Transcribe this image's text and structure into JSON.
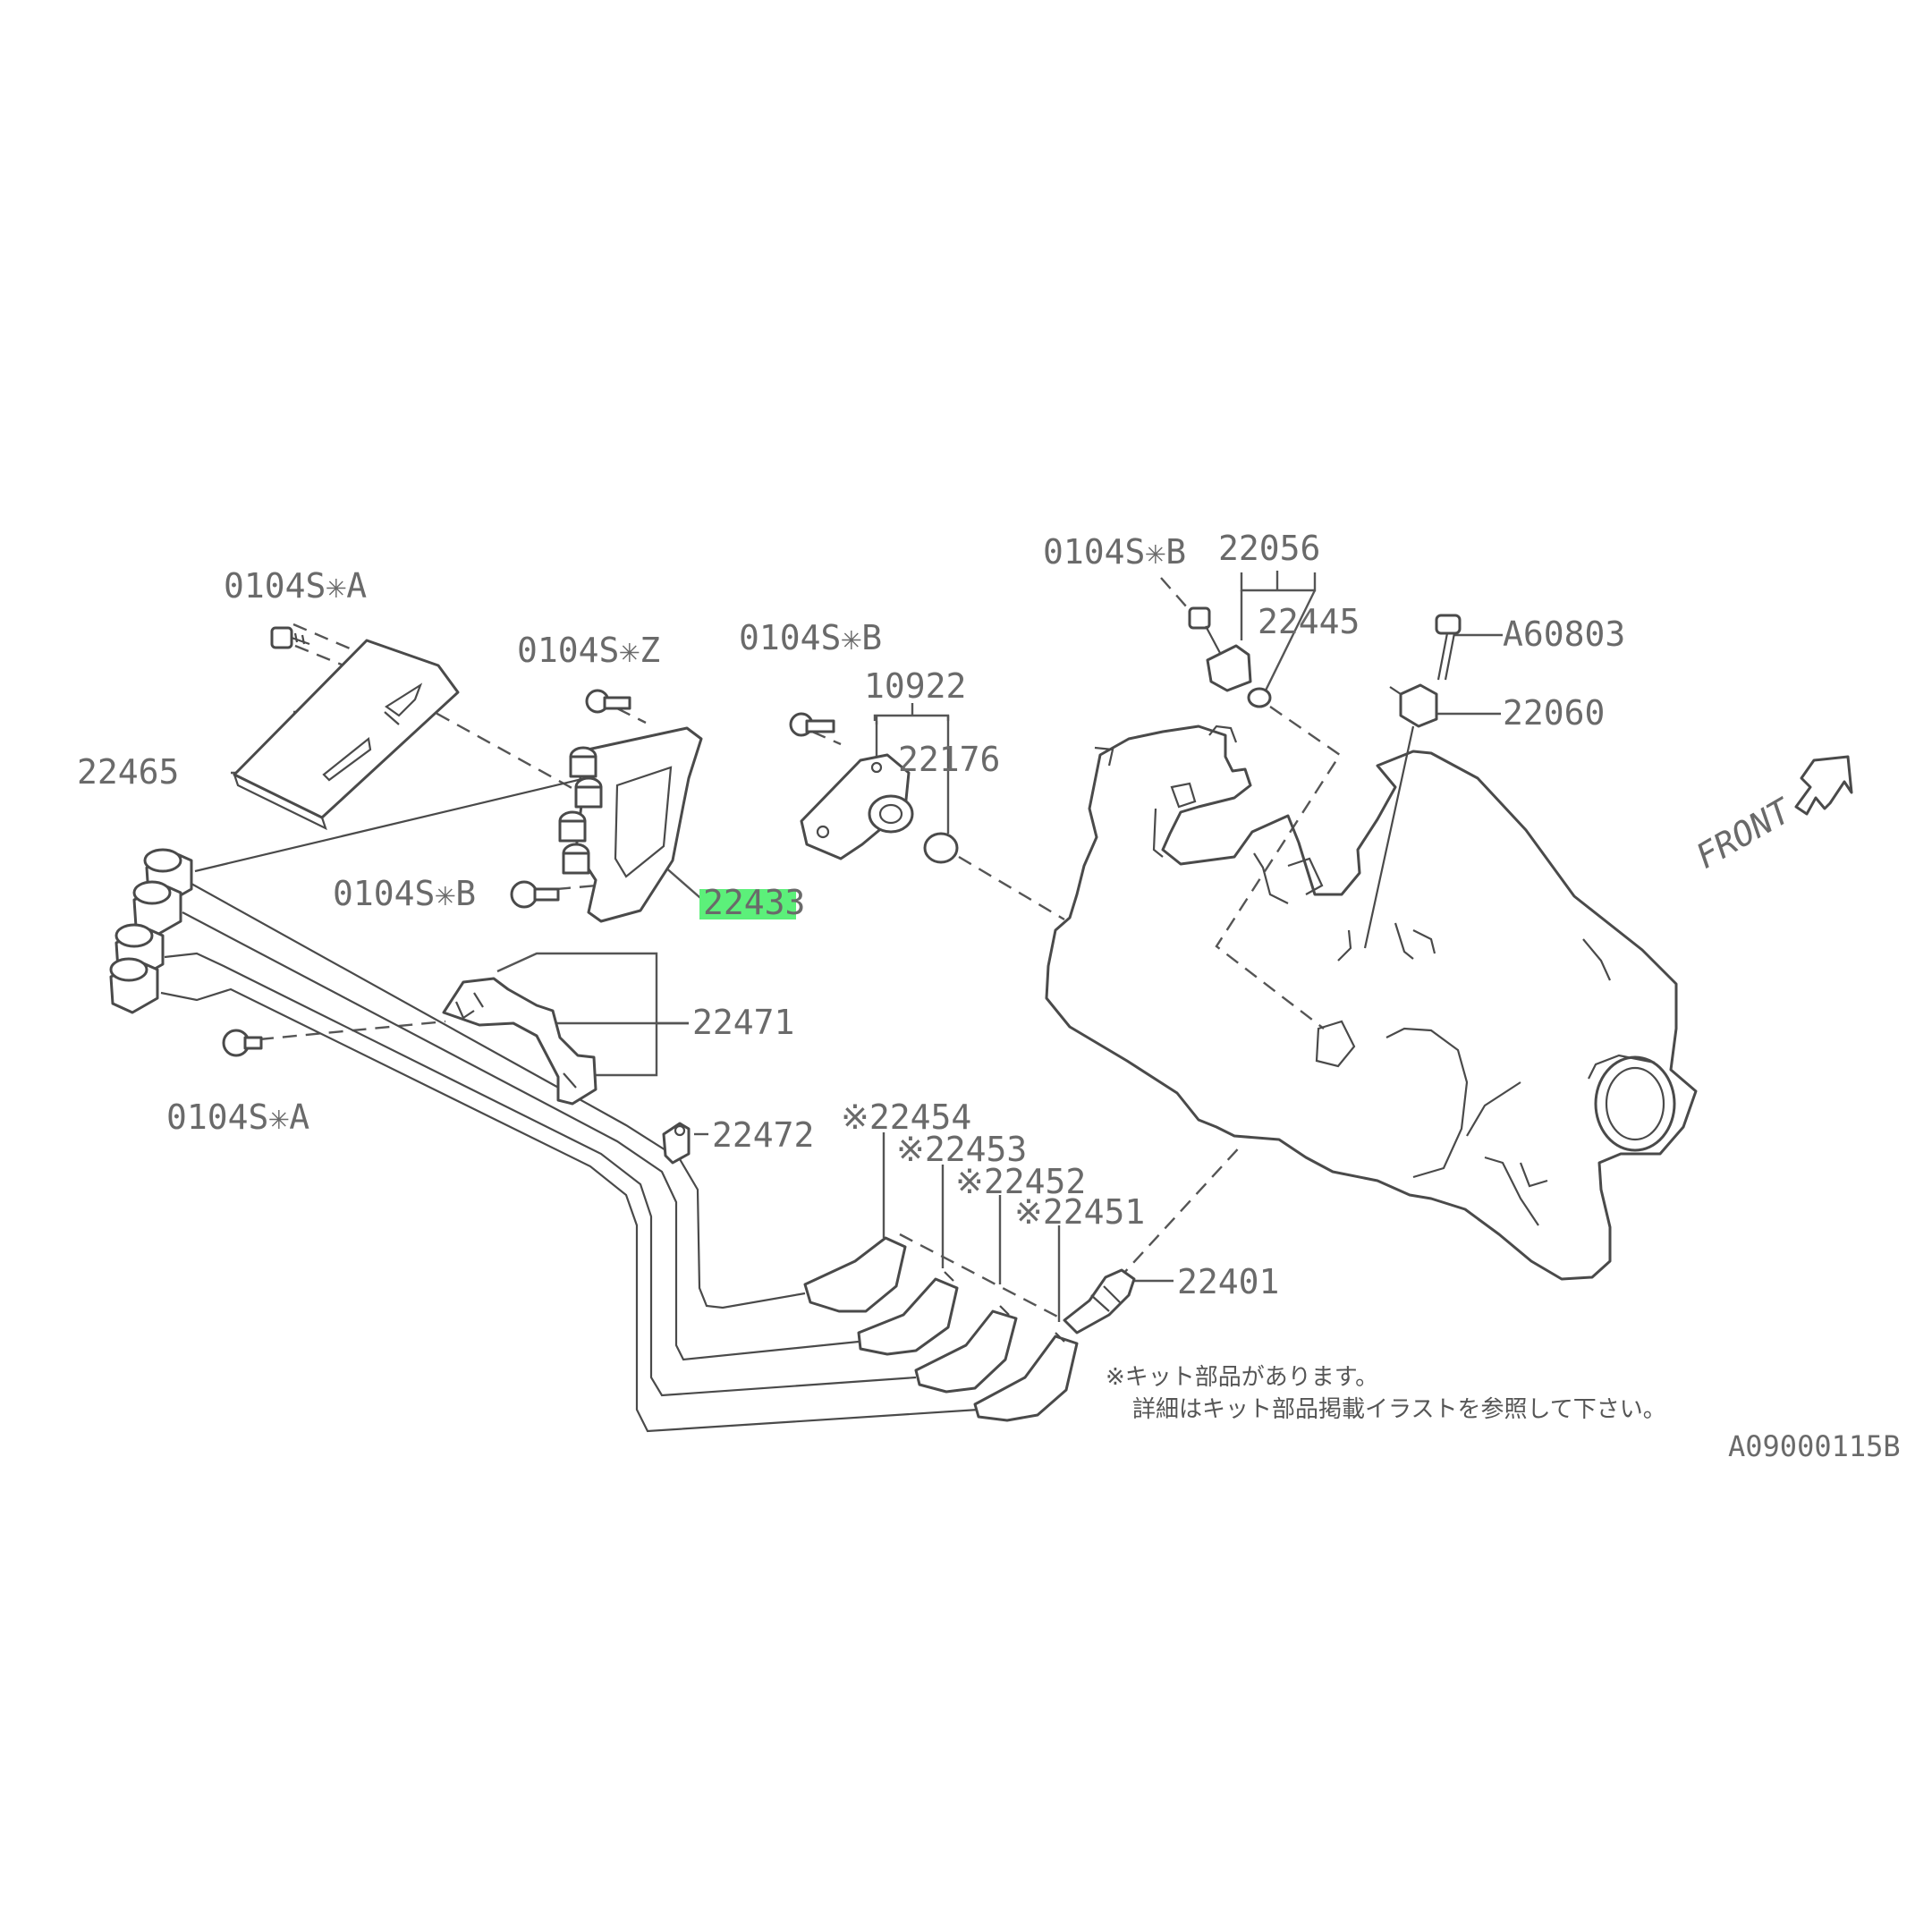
{
  "labels": {
    "bolt_a_top": "0104S✳A",
    "bolt_z": "0104S✳Z",
    "bolt_b_center": "0104S✳B",
    "bolt_b_top": "0104S✳B",
    "bolt_b_left": "0104S✳B",
    "bolt_a_bottom": "0104S✳A",
    "p22465": "22465",
    "p22433_hl": "2243",
    "p22433_tail": "3",
    "p10922": "10922",
    "p22176": "22176",
    "p22056": "22056",
    "p22445": "22445",
    "pA60803": "A60803",
    "p22060": "22060",
    "p22471": "22471",
    "p22472": "22472",
    "p22454": "※22454",
    "p22453": "※22453",
    "p22452": "※22452",
    "p22451": "※22451",
    "p22401": "22401",
    "front": "FRONT"
  },
  "note": {
    "line1": "※キット部品があります。",
    "line2": "詳細はキット部品掲載イラストを参照して下さい。"
  },
  "figure_code": "A09000115B",
  "colors": {
    "highlight": "#5cf07a",
    "line": "#4a4a4a",
    "text": "#6a6a6a"
  }
}
